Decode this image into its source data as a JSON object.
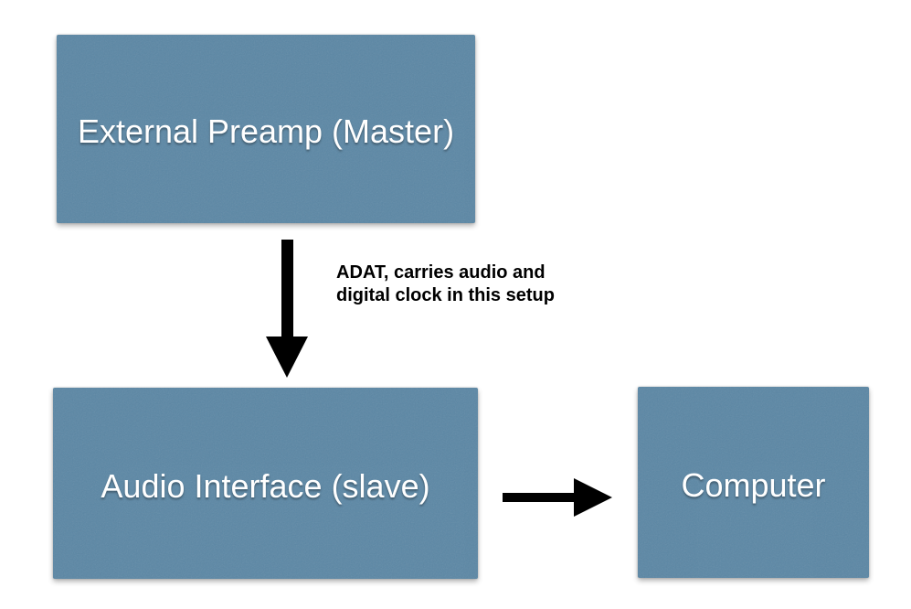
{
  "diagram": {
    "nodes": [
      {
        "id": "external-preamp",
        "label": "External Preamp (Master)"
      },
      {
        "id": "audio-interface",
        "label": "Audio Interface (slave)"
      },
      {
        "id": "computer",
        "label": "Computer"
      }
    ],
    "edges": [
      {
        "from": "external-preamp",
        "to": "audio-interface",
        "type": "down-arrow",
        "label_lines": [
          "ADAT, carries audio and",
          "digital clock in this setup"
        ]
      },
      {
        "from": "audio-interface",
        "to": "computer",
        "type": "right-arrow",
        "label_lines": []
      }
    ],
    "colors": {
      "node_fill": "#5b87a5",
      "node_text": "#ffffff",
      "arrow": "#000000",
      "edge_label_text": "#000000",
      "background": "#ffffff"
    }
  }
}
